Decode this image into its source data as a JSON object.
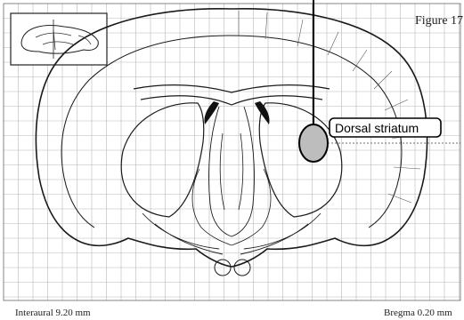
{
  "figure": {
    "label": "Figure 17",
    "interaural": "Interaural 9.20 mm",
    "bregma": "Bregma 0.20 mm"
  },
  "callout": {
    "label": "Dorsal striatum",
    "target_fill": "#bdbdbd"
  },
  "colors": {
    "grid": "#b8b8b8",
    "outline": "#1a1a1a",
    "ventricle": "#111111"
  }
}
